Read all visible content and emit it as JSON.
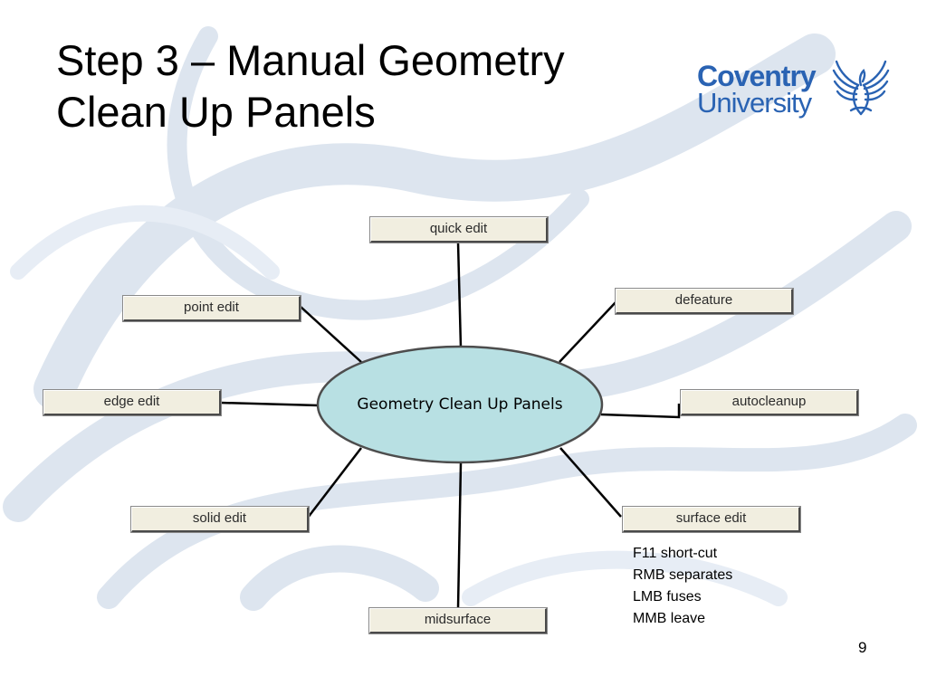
{
  "slide": {
    "title_lines": [
      "Step 3 – Manual Geometry",
      "Clean Up Panels"
    ],
    "page_number": "9"
  },
  "logo": {
    "line1": "Coventry",
    "line2": "University",
    "color": "#2a63b3",
    "icon": "phoenix-icon"
  },
  "diagram": {
    "hub": {
      "label": "Geometry Clean Up Panels",
      "fill": "#b8e0e3",
      "stroke": "#4d4d4d"
    },
    "panels": {
      "quick_edit": "quick edit",
      "point_edit": "point edit",
      "defeature": "defeature",
      "edge_edit": "edge edit",
      "autocleanup": "autocleanup",
      "solid_edit": "solid edit",
      "surface_edit": "surface edit",
      "midsurface": "midsurface"
    },
    "panel_fill": "#f1eee0"
  },
  "notes": [
    "F11 short-cut",
    "RMB separates",
    "LMB fuses",
    "MMB leave"
  ]
}
